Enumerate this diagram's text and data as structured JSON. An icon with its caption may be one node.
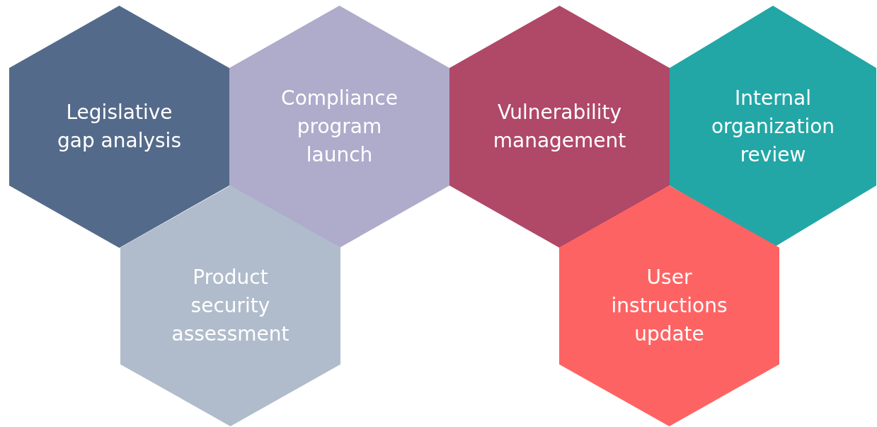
{
  "diagram": {
    "nodes": [
      {
        "text": [
          "Legislative gap analysis"
        ]
      },
      {
        "text": [
          "Compliance program launch"
        ]
      },
      {
        "text": [
          "Vulnerability management"
        ]
      },
      {
        "text": [
          "Internal organization review"
        ]
      },
      {
        "text": [
          "Product security assessment"
        ]
      },
      {
        "text": [
          "User instructions update"
        ]
      }
    ],
    "edges": []
  }
}
